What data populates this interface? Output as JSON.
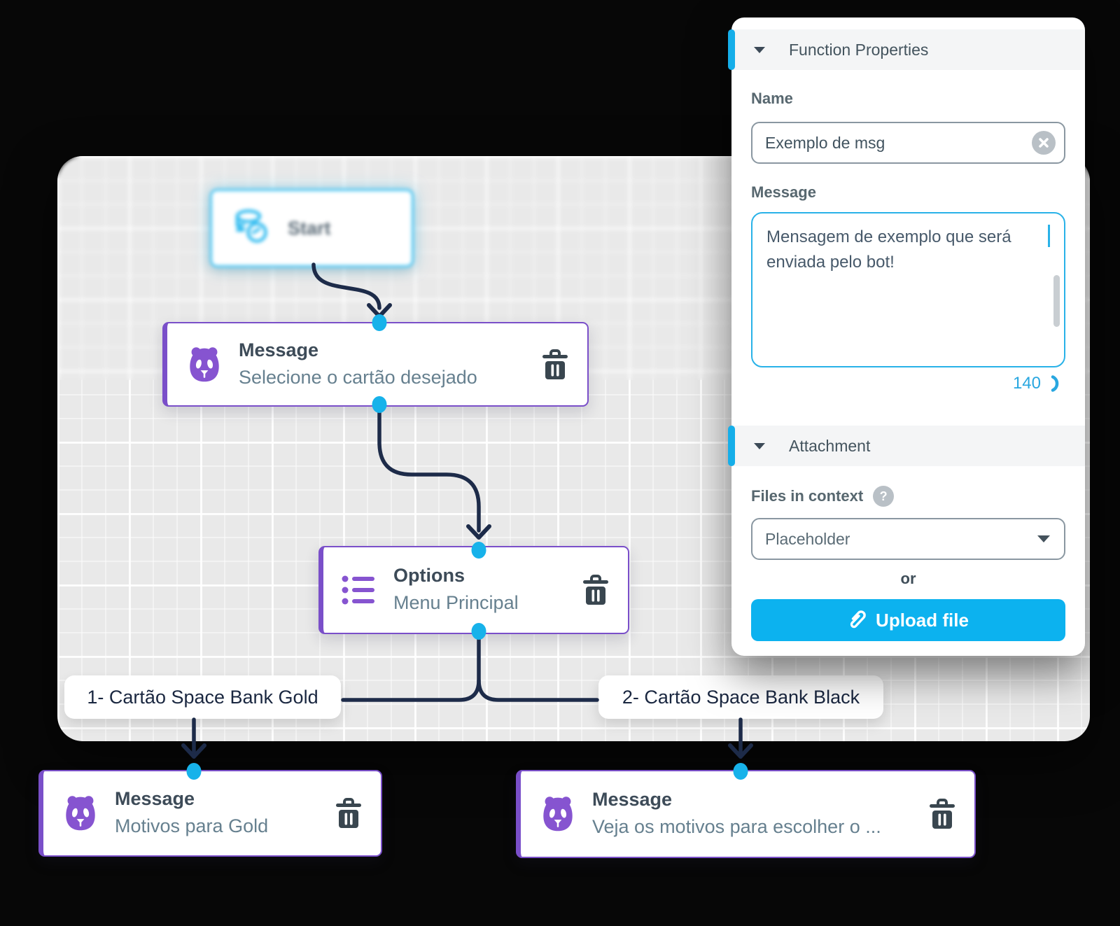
{
  "canvas": {
    "nodes": {
      "start": {
        "title": "Start"
      },
      "message1": {
        "type_label": "Message",
        "subtitle": "Selecione o cartão desejado"
      },
      "options": {
        "type_label": "Options",
        "subtitle": "Menu Principal"
      },
      "message_gold": {
        "type_label": "Message",
        "subtitle": "Motivos para Gold"
      },
      "message_black": {
        "type_label": "Message",
        "subtitle": "Veja os motivos para escolher o ..."
      }
    },
    "branch_labels": {
      "gold": "1- Cartão Space Bank Gold",
      "black": "2- Cartão Space Bank Black"
    }
  },
  "panel": {
    "function_properties_header": "Function Properties",
    "name_label": "Name",
    "name_value": "Exemplo de msg",
    "message_label": "Message",
    "message_value": "Mensagem de exemplo que será enviada pelo bot!",
    "char_count": "140",
    "attachment_header": "Attachment",
    "files_in_context_label": "Files in context",
    "help_glyph": "?",
    "files_select_value": "Placeholder",
    "or_label": "or",
    "upload_button_label": "Upload file"
  },
  "colors": {
    "accent_cyan": "#15aee9",
    "node_purple": "#7a4fc9",
    "icon_purple": "#8654d0",
    "connector_navy": "#1d2b49",
    "canvas_gray": "#e9e9e9"
  }
}
